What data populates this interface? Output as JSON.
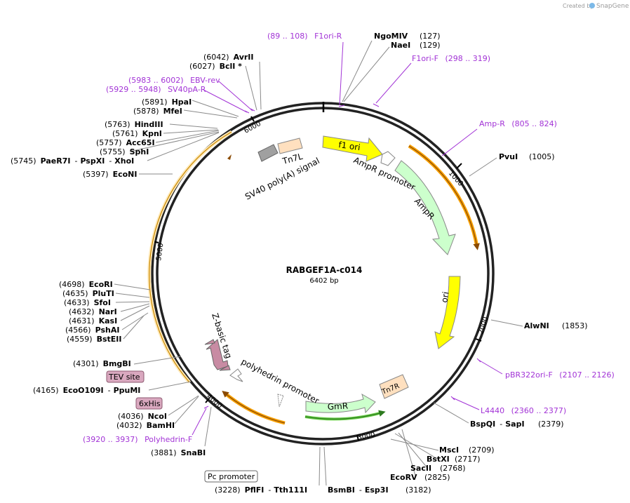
{
  "header": {
    "created_by": "Created by",
    "brand": "SnapGene"
  },
  "plasmid": {
    "name": "RABGEF1A-c014",
    "length": "6402 bp"
  },
  "ticks": {
    "t1000": "1000",
    "t2000": "2000",
    "t3000": "3000",
    "t4000": "4000",
    "t5000": "5000",
    "t6000": "6000"
  },
  "features": {
    "f1ori": "f1 ori",
    "ampr_promoter": "AmpR promoter",
    "ampr": "AmpR",
    "ori": "ori",
    "gmr": "GmR",
    "tn7r": "Tn7R",
    "tn7l": "Tn7L",
    "sv40": "SV40 poly(A) signal",
    "zbasic": "Z-basic tag",
    "polyhedrin": "polyhedrin promoter",
    "tev": "TEV site",
    "his": "6xHis",
    "pc": "Pc promoter"
  },
  "enzymes": {
    "ngomiv": {
      "name": "NgoMIV",
      "pos": "(127)"
    },
    "nael": {
      "name": "NaeI",
      "pos": "(129)"
    },
    "pvui": {
      "name": "PvuI",
      "pos": "(1005)"
    },
    "alwni": {
      "name": "AlwNI",
      "pos": "(1853)"
    },
    "bspqi": {
      "name": "BspQI",
      "sep": "-",
      "name2": "SapI",
      "pos": "(2379)"
    },
    "msci": {
      "name": "MscI",
      "pos": "(2709)"
    },
    "bstxi": {
      "name": "BstXI",
      "pos": "(2717)"
    },
    "sacii": {
      "name": "SacII",
      "pos": "(2768)"
    },
    "ecorv": {
      "name": "EcoRV",
      "pos": "(2825)"
    },
    "bsmbi": {
      "name": "BsmBI",
      "sep": "-",
      "name2": "Esp3I",
      "pos": "(3182)"
    },
    "pflfi": {
      "pos": "(3228)",
      "name": "PflFI",
      "sep": "-",
      "name2": "Tth111I"
    },
    "snabi": {
      "pos": "(3881)",
      "name": "SnaBI"
    },
    "bamhi": {
      "pos": "(4032)",
      "name": "BamHI"
    },
    "ncoi": {
      "pos": "(4036)",
      "name": "NcoI"
    },
    "ecoo109i": {
      "pos": "(4165)",
      "name": "EcoO109I",
      "sep": "-",
      "name2": "PpuMI"
    },
    "bmgbi": {
      "pos": "(4301)",
      "name": "BmgBI"
    },
    "bsteii": {
      "pos": "(4559)",
      "name": "BstEII"
    },
    "pshai": {
      "pos": "(4566)",
      "name": "PshAI"
    },
    "kasi": {
      "pos": "(4631)",
      "name": "KasI"
    },
    "nari": {
      "pos": "(4632)",
      "name": "NarI"
    },
    "sfoi": {
      "pos": "(4633)",
      "name": "SfoI"
    },
    "pluti": {
      "pos": "(4635)",
      "name": "PluTI"
    },
    "ecori": {
      "pos": "(4698)",
      "name": "EcoRI"
    },
    "econi": {
      "pos": "(5397)",
      "name": "EcoNI"
    },
    "paer7i": {
      "pos": "(5745)",
      "name": "PaeR7I",
      "sep": "-",
      "name2": "PspXI",
      "sep2": "-",
      "name3": "XhoI"
    },
    "sphi": {
      "pos": "(5755)",
      "name": "SphI"
    },
    "acc65i": {
      "pos": "(5757)",
      "name": "Acc65I"
    },
    "kpni": {
      "pos": "(5761)",
      "name": "KpnI"
    },
    "hindiii": {
      "pos": "(5763)",
      "name": "HindIII"
    },
    "mfei": {
      "pos": "(5878)",
      "name": "MfeI"
    },
    "hpai": {
      "pos": "(5891)",
      "name": "HpaI"
    },
    "bcli": {
      "pos": "(6027)",
      "name": "BclI *"
    },
    "avrii": {
      "pos": "(6042)",
      "name": "AvrII"
    }
  },
  "primers": {
    "f1ori_r": {
      "pos": "(89 .. 108)",
      "name": "F1ori-R"
    },
    "f1ori_f": {
      "name": "F1ori-F",
      "pos": "(298 .. 319)"
    },
    "amp_r": {
      "name": "Amp-R",
      "pos": "(805 .. 824)"
    },
    "pbr322": {
      "name": "pBR322ori-F",
      "pos": "(2107 .. 2126)"
    },
    "l4440": {
      "name": "L4440",
      "pos": "(2360 .. 2377)"
    },
    "polyhedrin_f": {
      "pos": "(3920 .. 3937)",
      "name": "Polyhedrin-F"
    },
    "ebv_rev": {
      "pos": "(5983 .. 6002)",
      "name": "EBV-rev"
    },
    "sv40pa_r": {
      "pos": "(5929 .. 5948)",
      "name": "SV40pA-R"
    }
  },
  "colors": {
    "primer": "#a233d6",
    "ori": "#ffff00",
    "ampr": "#ccffcc",
    "orf_outline": "#f7a000",
    "tn7": "#ffe0bf",
    "zbasic": "#c88ba3",
    "sv40": "#a0a0a0"
  }
}
